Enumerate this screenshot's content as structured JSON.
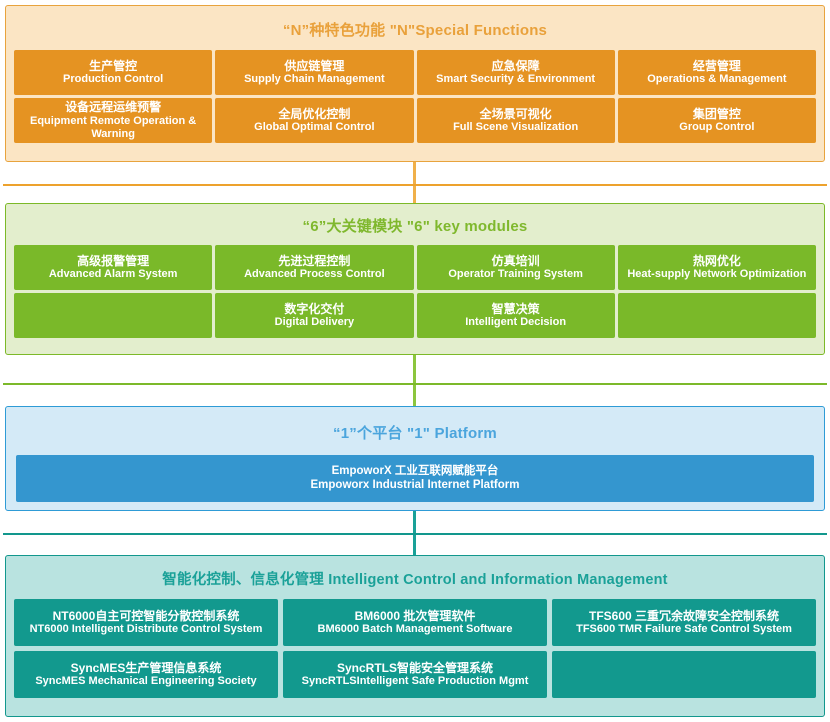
{
  "colors": {
    "orange_accent": "#e59322",
    "orange_bg": "#fbe5c4",
    "green_accent": "#7ab929",
    "green_bg": "#e3eecd",
    "blue_accent": "#3496cf",
    "blue_bg": "#d4eaf7",
    "teal_accent": "#12998e",
    "teal_bg": "#b9e3e0"
  },
  "panels": {
    "functions": {
      "title": "“N”种特色功能 \"N\"Special Functions",
      "row1": [
        {
          "cn": "生产管控",
          "en": "Production Control"
        },
        {
          "cn": "供应链管理",
          "en": "Supply Chain Management"
        },
        {
          "cn": "应急保障",
          "en": "Smart Security & Environment"
        },
        {
          "cn": "经营管理",
          "en": "Operations & Management"
        }
      ],
      "row2": [
        {
          "cn": "设备远程运维预警",
          "en": "Equipment Remote Operation & Warning"
        },
        {
          "cn": "全局优化控制",
          "en": "Global Optimal Control"
        },
        {
          "cn": "全场景可视化",
          "en": "Full Scene Visualization"
        },
        {
          "cn": "集团管控",
          "en": "Group Control"
        }
      ]
    },
    "modules": {
      "title": "“6”大关键模块 \"6\" key modules",
      "row1": [
        {
          "cn": "高级报警管理",
          "en": "Advanced Alarm System"
        },
        {
          "cn": "先进过程控制",
          "en": "Advanced Process Control"
        },
        {
          "cn": "仿真培训",
          "en": "Operator Training System"
        },
        {
          "cn": "热网优化",
          "en": "Heat-supply Network Optimization"
        }
      ],
      "row2": [
        {
          "cn": "数字化交付",
          "en": "Digital  Delivery"
        },
        {
          "cn": "智慧决策",
          "en": "Intelligent Decision"
        }
      ]
    },
    "platform": {
      "title": "“1”个平台 \"1\" Platform",
      "row1": [
        {
          "cn": "EmpoworX 工业互联网赋能平台",
          "en": "Empoworx Industrial Internet Platform"
        }
      ]
    },
    "control": {
      "title": "智能化控制、信息化管理 Intelligent Control and Information Management",
      "row1": [
        {
          "cn": "NT6000自主可控智能分散控制系统",
          "en": "NT6000 Intelligent Distribute Control System"
        },
        {
          "cn": "BM6000 批次管理软件",
          "en": "BM6000 Batch  Management  Software"
        },
        {
          "cn": "TFS600 三重冗余故障安全控制系统",
          "en": "TFS600 TMR Failure Safe Control System"
        }
      ],
      "row2": [
        {
          "cn": "SyncMES生产管理信息系统",
          "en": "SyncMES Mechanical Engineering Society"
        },
        {
          "cn": "SyncRTLS智能安全管理系统",
          "en": "SyncRTLSIntelligent Safe Production Mgmt"
        }
      ]
    }
  }
}
